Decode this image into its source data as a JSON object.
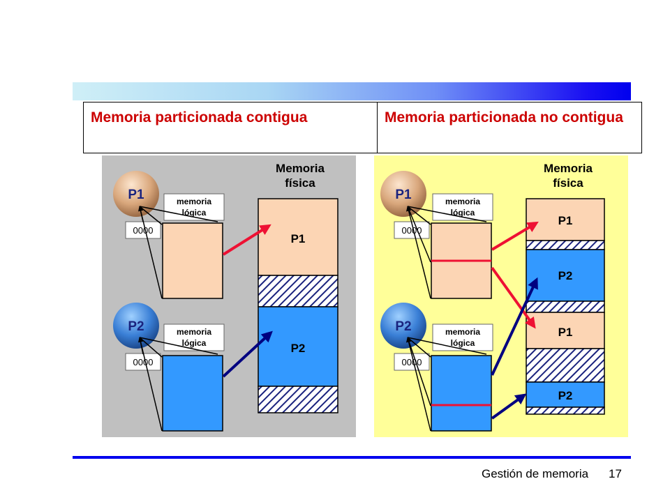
{
  "header": {
    "col1": "Memoria particionada contigua",
    "col2": "Memoria particionada no contigua"
  },
  "left_panel": {
    "physical_memory_title_line1": "Memoria",
    "physical_memory_title_line2": "física",
    "p1_circle": "P1",
    "p2_circle": "P2",
    "logical_label_line1": "memoria",
    "logical_label_line2": "lógica",
    "address": "0000",
    "block_p1": "P1",
    "block_p2": "P2"
  },
  "right_panel": {
    "physical_memory_title_line1": "Memoria",
    "physical_memory_title_line2": "física",
    "p1_circle": "P1",
    "p2_circle": "P2",
    "logical_label_line1": "memoria",
    "logical_label_line2": "lógica",
    "address": "0000",
    "block_p1_a": "P1",
    "block_p2_a": "P2",
    "block_p1_b": "P1",
    "block_p2_b": "P2"
  },
  "colors": {
    "left_bg": "#c0c0c0",
    "right_bg": "#ffff99",
    "p1_fill": "#fcd5b4",
    "p2_fill": "#3399ff",
    "red_arrow": "#ee1133",
    "navy_arrow": "#000080",
    "title_red": "#cc0000"
  },
  "footer": {
    "label": "Gestión de memoria",
    "page": "17"
  }
}
